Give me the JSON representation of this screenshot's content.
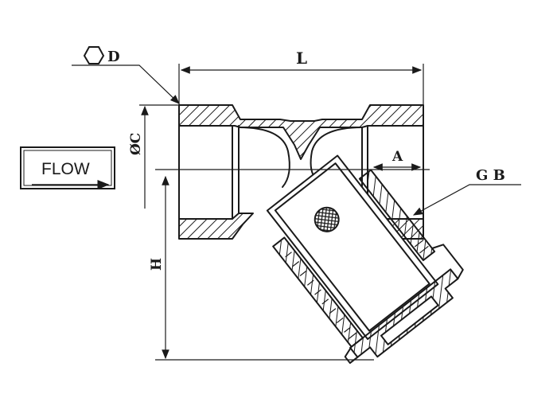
{
  "labels": {
    "length": "L",
    "diameter_c": "ØC",
    "thread_a": "A",
    "height": "H",
    "gauge_b": "G B",
    "hex_d": "D"
  },
  "flow_box": {
    "text": "FLOW"
  },
  "colors": {
    "ink": "#1a1a1a",
    "background": "#ffffff"
  },
  "icons": [
    "hexagon-icon",
    "flow-arrow-icon",
    "filter-screen-icon"
  ]
}
